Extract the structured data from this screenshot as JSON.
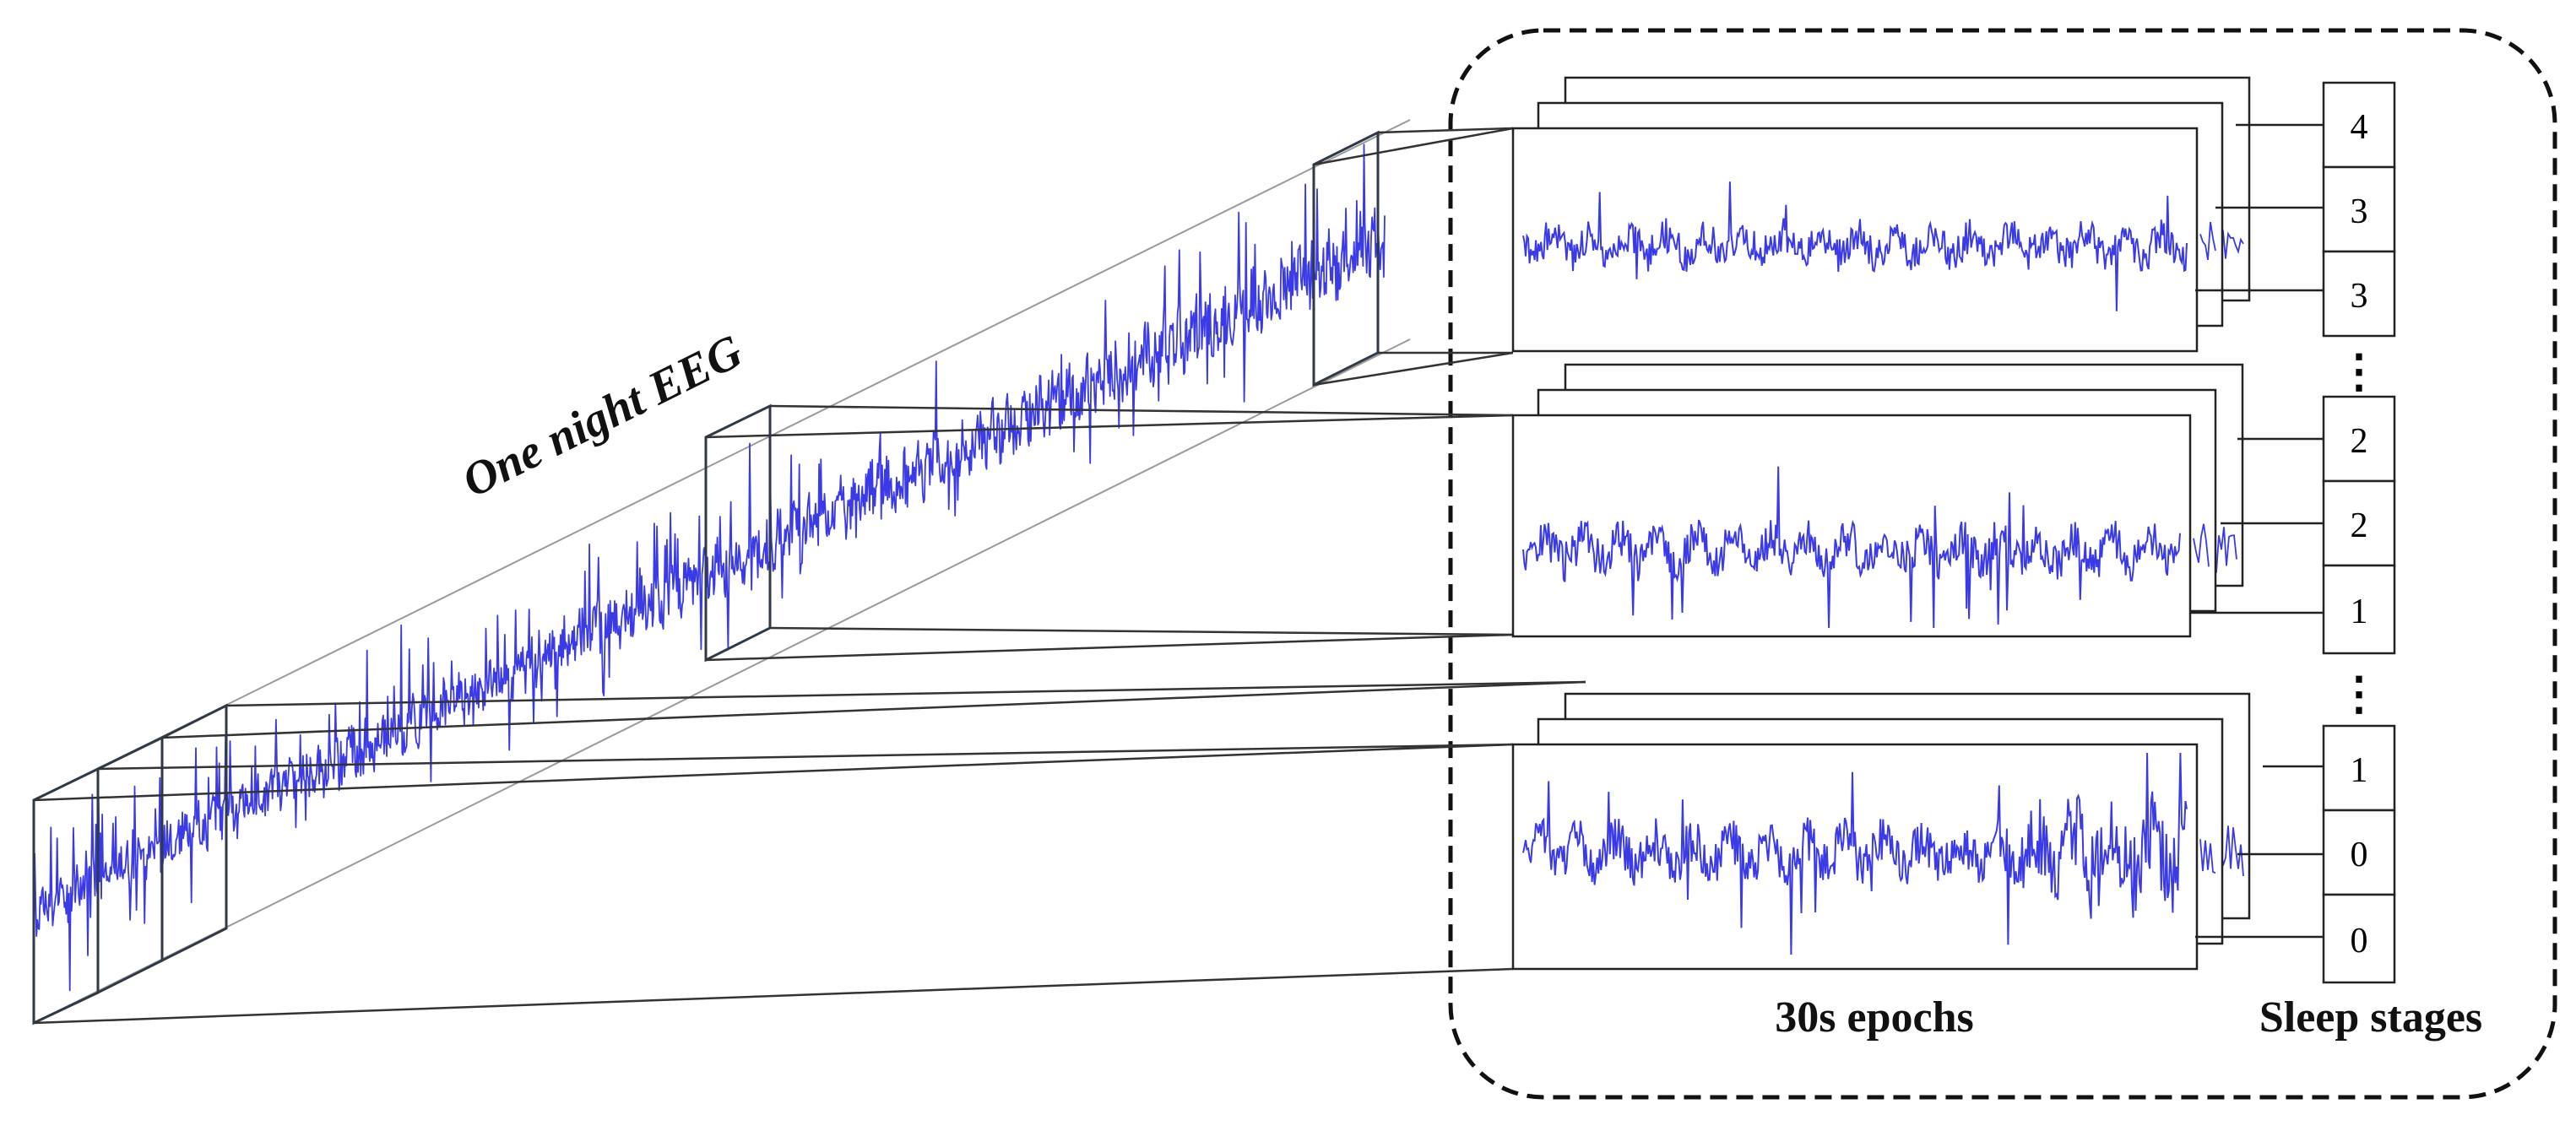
{
  "labels": {
    "one_night_eeg": "One night EEG",
    "epochs": "30s epochs",
    "sleep_stages": "Sleep stages",
    "ellipsis": "⋮"
  },
  "stage_groups": [
    {
      "stages": [
        "4",
        "3",
        "3"
      ]
    },
    {
      "stages": [
        "2",
        "2",
        "1"
      ]
    },
    {
      "stages": [
        "1",
        "0",
        "0"
      ]
    }
  ],
  "colors": {
    "signal": "#3a3ae6",
    "frame": "#1e1e1e",
    "guide": "#9a9a9a",
    "background": "#ffffff"
  }
}
